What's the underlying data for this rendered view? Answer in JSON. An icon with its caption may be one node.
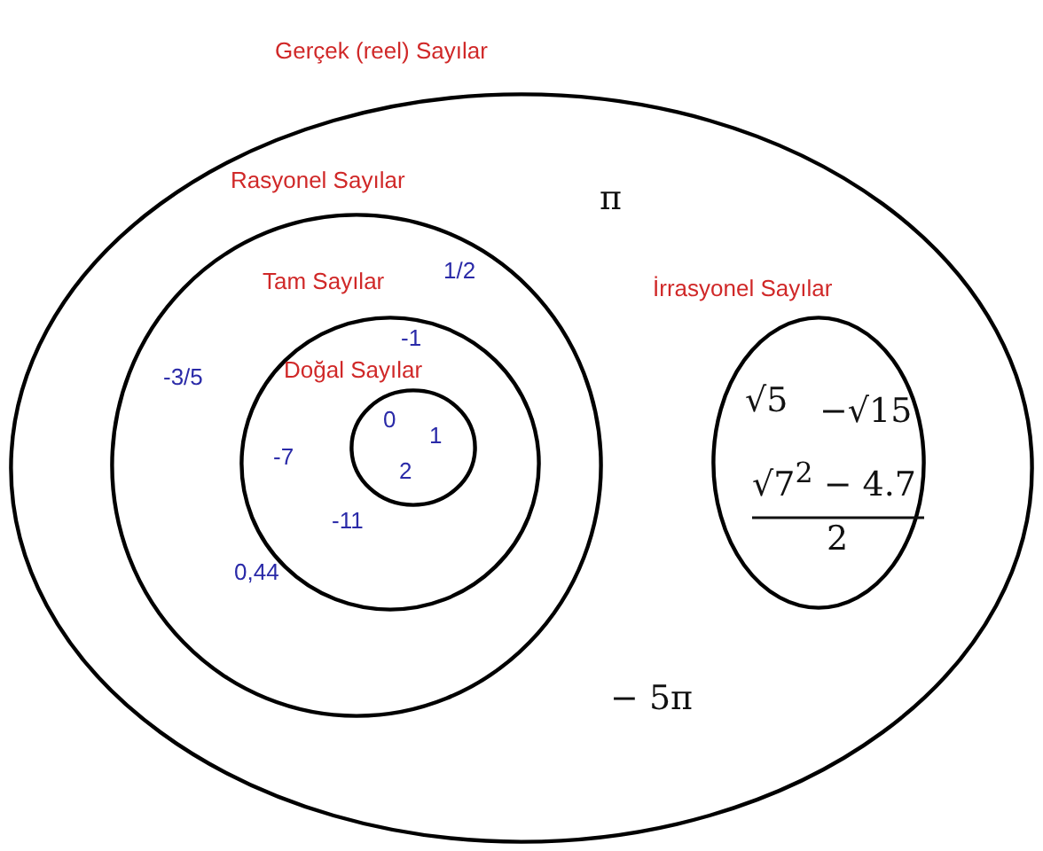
{
  "diagram": {
    "nodes": [
      {
        "text": [
          "Gerçek (reel) Sayılar",
          "π",
          "− 5π"
        ]
      },
      {
        "text": [
          "Rasyonel Sayılar",
          "1/2",
          "-3/5",
          "0,44"
        ],
        "in": 0
      },
      {
        "text": [
          "Tam Sayılar",
          "-1",
          "-7",
          "-11"
        ],
        "in": 1
      },
      {
        "text": [
          "Doğal Sayılar",
          "0",
          "1",
          "2"
        ],
        "in": 2
      },
      {
        "text": [
          "İrrasyonel Sayılar",
          "√5",
          "−√15",
          "√7$^{2}$ − 4.7",
          "2"
        ],
        "in": 0
      }
    ]
  }
}
